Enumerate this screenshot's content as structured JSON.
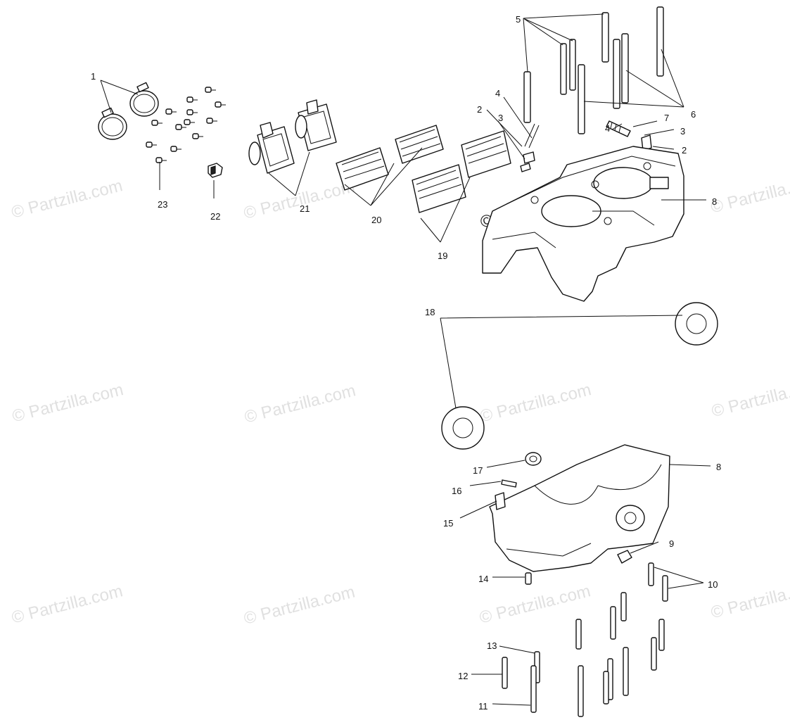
{
  "watermark": {
    "text": "© Partzilla.com",
    "inline_text": "© Partzilla.com"
  },
  "callouts": {
    "c1": "1",
    "c2a": "2",
    "c2b": "2",
    "c3a": "3",
    "c3b": "3",
    "c4a": "4",
    "c4b": "4",
    "c5": "5",
    "c6": "6",
    "c7": "7",
    "c8a": "8",
    "c8b": "8",
    "c9": "9",
    "c10": "10",
    "c11": "11",
    "c12": "12",
    "c13": "13",
    "c14": "14",
    "c15": "15",
    "c16": "16",
    "c17": "17",
    "c18": "18",
    "c19": "19",
    "c20": "20",
    "c21": "21",
    "c22": "22",
    "c23": "23"
  },
  "colors": {
    "ink": "#111111",
    "watermark": "#c8c8c8",
    "background": "#ffffff"
  }
}
